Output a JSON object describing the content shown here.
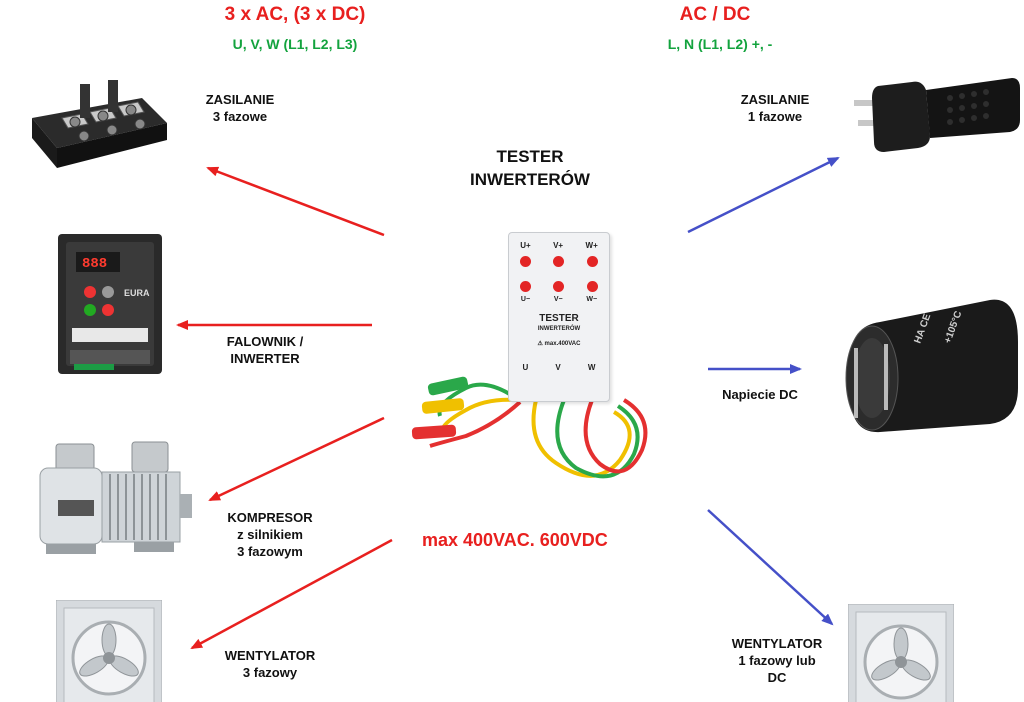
{
  "header_left": {
    "title": "3 x AC, (3 x DC)",
    "subtitle": "U, V, W (L1, L2, L3)"
  },
  "header_right": {
    "title": "AC / DC",
    "subtitle": "L, N  (L1, L2) +, -"
  },
  "center": {
    "title_line1": "TESTER",
    "title_line2": "INWERTERÓW",
    "max_voltage": "max  400VAC. 600VDC"
  },
  "device": {
    "label_top": [
      "U+",
      "V+",
      "W+"
    ],
    "label_bottom": [
      "U−",
      "V−",
      "W−"
    ],
    "name": "TESTER",
    "subname": "INWERTERÓW",
    "rating": "⚠ max.400VAC",
    "terminals": [
      "U",
      "V",
      "W"
    ]
  },
  "left_items": [
    {
      "line1": "ZASILANIE",
      "line2": "3 fazowe"
    },
    {
      "line1": "FALOWNIK /",
      "line2": "INWERTER"
    },
    {
      "line1": "KOMPRESOR",
      "line2": "z silnikiem",
      "line3": "3 fazowym"
    },
    {
      "line1": "WENTYLATOR",
      "line2": "3 fazowy"
    }
  ],
  "right_items": [
    {
      "line1": "ZASILANIE",
      "line2": "1 fazowe"
    },
    {
      "line1": "Napiecie DC"
    },
    {
      "line1": "WENTYLATOR",
      "line2": "1 fazowy lub",
      "line3": "DC"
    }
  ],
  "inverter_display": "888",
  "inverter_brand": "EURA",
  "capacitor_markings": [
    "HA CE",
    "+105°C"
  ],
  "colors": {
    "red": "#e8201f",
    "green": "#13a33e",
    "blue": "#4550c8",
    "wire_yellow": "#f0c000",
    "wire_green": "#2aa84a",
    "wire_red": "#e43030"
  },
  "icons": [
    "terminal-block-icon",
    "inverter-icon",
    "compressor-icon",
    "fan-icon",
    "plug-icon",
    "capacitor-icon"
  ]
}
